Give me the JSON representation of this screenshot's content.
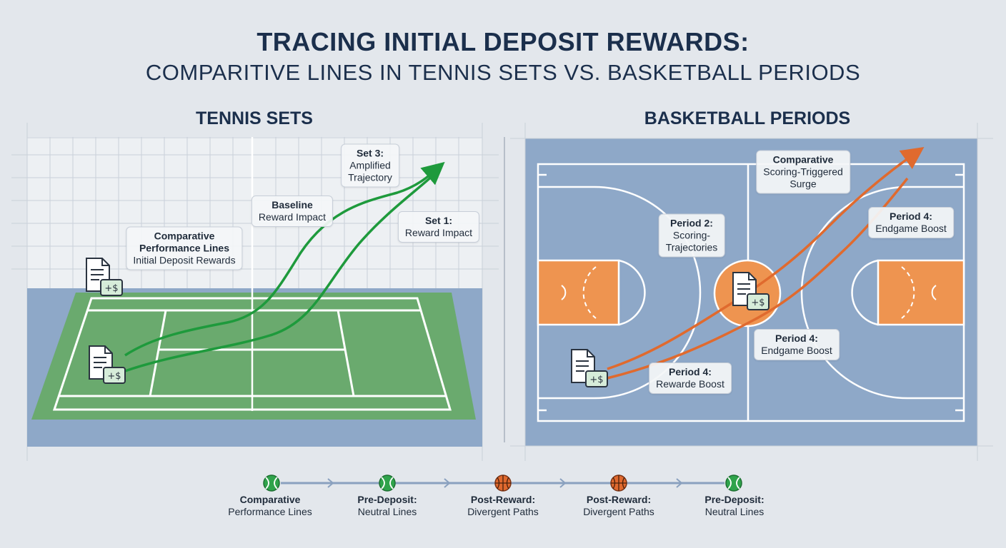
{
  "title": {
    "line1": "TRACING INITIAL DEPOSIT REWARDS:",
    "line2": "COMPARITIVE LINES IN TENNIS SETS VS. BASKETBALL PERIODS"
  },
  "tennis": {
    "heading": "TENNIS SETS",
    "labels": {
      "set3": {
        "bold": "Set 3:",
        "lines": [
          "Amplified",
          "Trajectory"
        ]
      },
      "baseline": {
        "bold": "Baseline",
        "lines": [
          "Reward Impact"
        ]
      },
      "set1": {
        "bold": "Set 1:",
        "lines": [
          "Reward Impact"
        ]
      },
      "comparative": {
        "bold": "Comparative",
        "lines": [
          "Performance Lines",
          "Initial Deposit Rewards"
        ]
      }
    }
  },
  "basketball": {
    "heading": "BASKETBALL PERIODS",
    "labels": {
      "surge": {
        "bold": "Comparative",
        "lines": [
          "Scoring-Triggered",
          "Surge"
        ]
      },
      "period2": {
        "bold": "Period 2:",
        "lines": [
          "Scoring-",
          "Trajectories"
        ]
      },
      "period4a": {
        "bold": "Period 4:",
        "lines": [
          "Endgame Boost"
        ]
      },
      "period4b": {
        "bold": "Period 4:",
        "lines": [
          "Endgame Boost"
        ]
      },
      "period4c": {
        "bold": "Period 4:",
        "lines": [
          "Rewarde Boost"
        ]
      }
    }
  },
  "timeline": [
    {
      "icon": "tennis-ball-icon",
      "bold": "Comparative",
      "text": "Performance Lines"
    },
    {
      "icon": "tennis-ball-icon",
      "bold": "Pre-Deposit:",
      "text": "Neutral Lines"
    },
    {
      "icon": "basketball-icon",
      "bold": "Post-Reward:",
      "text": "Divergent Paths"
    },
    {
      "icon": "basketball-icon",
      "bold": "Post-Reward:",
      "text": "Divergent Paths"
    },
    {
      "icon": "tennis-ball-icon",
      "bold": "Pre-Deposit:",
      "text": "Neutral Lines"
    }
  ],
  "colors": {
    "tennis_line": "#1e9a3c",
    "basketball_line": "#e06a2e",
    "court_green": "#6aaa6e",
    "court_blue": "#8ea8c8",
    "paint_orange": "#ee9450",
    "title_navy": "#1b2f4c"
  }
}
